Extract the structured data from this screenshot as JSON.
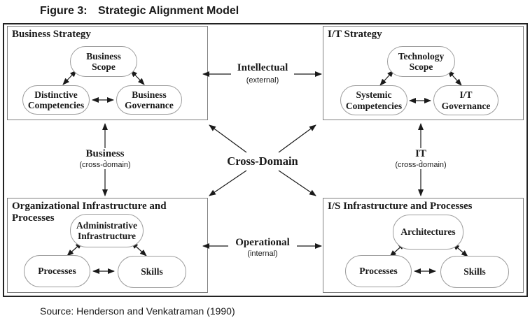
{
  "title": {
    "figure_label": "Figure 3:",
    "text": "Strategic Alignment Model"
  },
  "source": "Source: Henderson and Venkatraman (1990)",
  "colors": {
    "background": "#ffffff",
    "ink": "#1a1a1a",
    "outer_border": "#222222",
    "quadrant_border": "#808080",
    "node_border": "#9d9d9d"
  },
  "quadrants": [
    {
      "id": "business-strategy",
      "title": "Business Strategy",
      "nodes": [
        {
          "label": "Business\nScope"
        },
        {
          "label": "Distinctive\nCompetencies"
        },
        {
          "label": "Business\nGovernance"
        }
      ]
    },
    {
      "id": "it-strategy",
      "title": "I/T Strategy",
      "nodes": [
        {
          "label": "Technology\nScope"
        },
        {
          "label": "Systemic\nCompetencies"
        },
        {
          "label": "I/T\nGovernance"
        }
      ]
    },
    {
      "id": "organizational-infrastructure",
      "title": "Organizational Infrastructure and\nProcesses",
      "nodes": [
        {
          "label": "Administrative\nInfrastructure"
        },
        {
          "label": "Processes"
        },
        {
          "label": "Skills"
        }
      ]
    },
    {
      "id": "is-infrastructure",
      "title": "I/S Infrastructure and Processes",
      "nodes": [
        {
          "label": "Architectures"
        },
        {
          "label": "Processes"
        },
        {
          "label": "Skills"
        }
      ]
    }
  ],
  "connectors": {
    "intellectual": {
      "label": "Intellectual",
      "sub": "(external)"
    },
    "operational": {
      "label": "Operational",
      "sub": "(internal)"
    },
    "business": {
      "label": "Business",
      "sub": "(cross-domain)"
    },
    "it": {
      "label": "IT",
      "sub": "(cross-domain)"
    },
    "cross_domain": {
      "label": "Cross-Domain"
    }
  }
}
